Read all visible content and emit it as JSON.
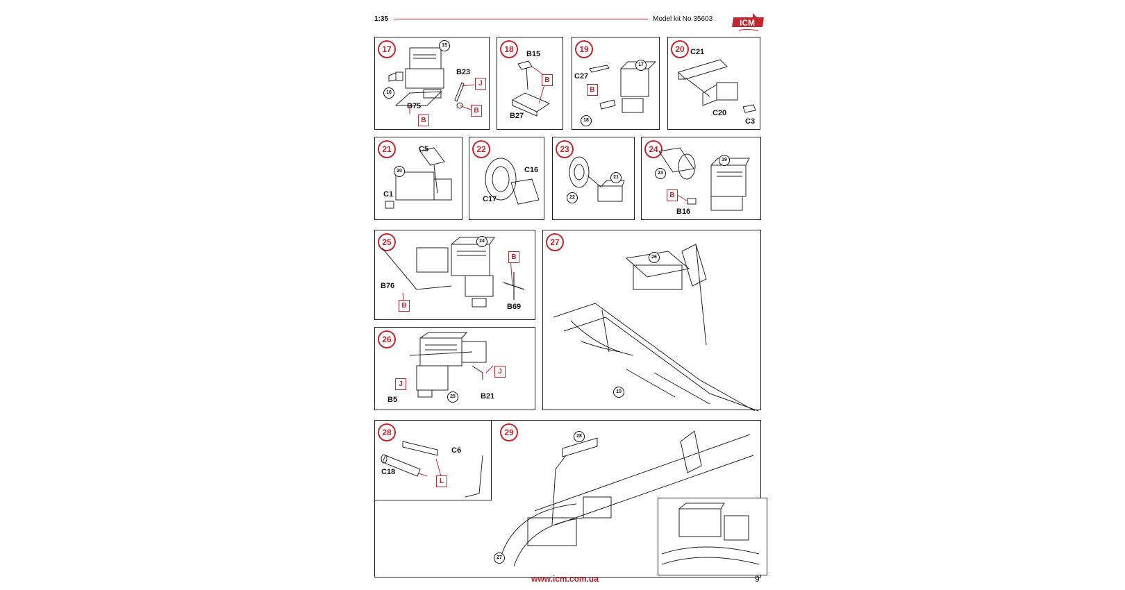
{
  "header": {
    "scale": "1:35",
    "model": "Model kit No 35603",
    "logo_text": "ICM"
  },
  "colors": {
    "accent": "#c0272d",
    "line": "#222222"
  },
  "steps": {
    "s17": {
      "num": "17",
      "parts": [
        "B23",
        "B75"
      ],
      "refs": [
        "15",
        "16"
      ],
      "paints": [
        "J",
        "B",
        "B"
      ]
    },
    "s18": {
      "num": "18",
      "parts": [
        "B15",
        "B27"
      ],
      "paints": [
        "B"
      ]
    },
    "s19": {
      "num": "19",
      "parts": [
        "C27"
      ],
      "refs": [
        "17",
        "18"
      ],
      "paints": [
        "B"
      ]
    },
    "s20": {
      "num": "20",
      "parts": [
        "C21",
        "C20",
        "C3"
      ]
    },
    "s21": {
      "num": "21",
      "parts": [
        "C5",
        "C1"
      ],
      "refs": [
        "20"
      ]
    },
    "s22": {
      "num": "22",
      "parts": [
        "C16",
        "C17"
      ]
    },
    "s23": {
      "num": "23",
      "refs": [
        "21",
        "22"
      ]
    },
    "s24": {
      "num": "24",
      "parts": [
        "B16"
      ],
      "refs": [
        "19",
        "23"
      ],
      "paints": [
        "B"
      ]
    },
    "s25": {
      "num": "25",
      "parts": [
        "B76",
        "B69"
      ],
      "refs": [
        "24"
      ],
      "paints": [
        "B",
        "B"
      ]
    },
    "s26": {
      "num": "26",
      "parts": [
        "B5",
        "B21"
      ],
      "refs": [
        "25"
      ],
      "paints": [
        "J",
        "J"
      ]
    },
    "s27": {
      "num": "27",
      "refs": [
        "26",
        "10"
      ]
    },
    "s28": {
      "num": "28",
      "parts": [
        "C6",
        "C18"
      ],
      "paints": [
        "L"
      ]
    },
    "s29": {
      "num": "29",
      "refs": [
        "28",
        "27"
      ]
    }
  },
  "footer": {
    "url": "www.icm.com.ua",
    "page": "9"
  }
}
